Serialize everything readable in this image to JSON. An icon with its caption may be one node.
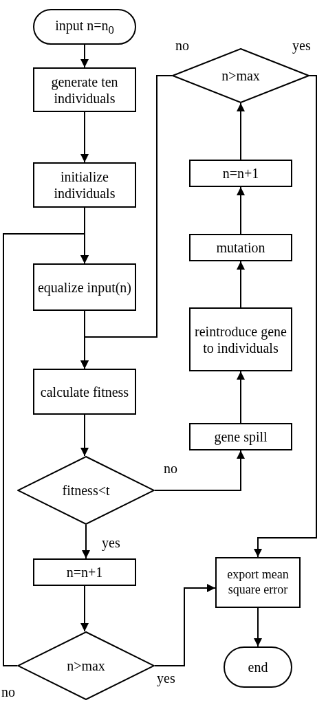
{
  "diagram": {
    "nodes": [
      {
        "text": [
          "input n=n$_{0}$"
        ]
      },
      {
        "text": [
          "generate ten individuals"
        ]
      },
      {
        "text": [
          "initialize individuals"
        ]
      },
      {
        "text": [
          "equalize input(n)"
        ]
      },
      {
        "text": [
          "calculate fitness"
        ]
      },
      {
        "text": [
          "fitness<t"
        ]
      },
      {
        "text": [
          "n=n+1"
        ]
      },
      {
        "text": [
          "n>max"
        ]
      },
      {
        "text": [
          "export mean square error"
        ]
      },
      {
        "text": [
          "end"
        ]
      },
      {
        "text": [
          "gene spill"
        ]
      },
      {
        "text": [
          "reintroduce gene to individuals"
        ]
      },
      {
        "text": [
          "mutation"
        ]
      },
      {
        "text": [
          "n=n+1"
        ]
      },
      {
        "text": [
          "n>max"
        ]
      }
    ],
    "edges": [
      {
        "from": 0,
        "to": 1,
        "arrow": "to"
      },
      {
        "from": 1,
        "to": 2,
        "arrow": "to"
      },
      {
        "from": 2,
        "to": 3,
        "arrow": "to"
      },
      {
        "from": 3,
        "to": 4,
        "arrow": "to"
      },
      {
        "from": 4,
        "to": 5,
        "arrow": "to"
      },
      {
        "from": 5,
        "to": 6,
        "arrow": "to",
        "label": "yes"
      },
      {
        "from": 6,
        "to": 7,
        "arrow": "to"
      },
      {
        "from": 7,
        "to": 8,
        "arrow": "to",
        "label": "yes"
      },
      {
        "from": 7,
        "to": 3,
        "arrow": "to",
        "label": "no"
      },
      {
        "from": 5,
        "to": 10,
        "arrow": "to",
        "label": "no"
      },
      {
        "from": 10,
        "to": 11,
        "arrow": "to"
      },
      {
        "from": 11,
        "to": 12,
        "arrow": "to"
      },
      {
        "from": 12,
        "to": 13,
        "arrow": "to"
      },
      {
        "from": 13,
        "to": 14,
        "arrow": "to"
      },
      {
        "from": 14,
        "to": 4,
        "arrow": "to",
        "label": "no"
      },
      {
        "from": 14,
        "to": 8,
        "arrow": "to",
        "label": "yes"
      },
      {
        "from": 8,
        "to": 9,
        "arrow": "to"
      }
    ]
  }
}
